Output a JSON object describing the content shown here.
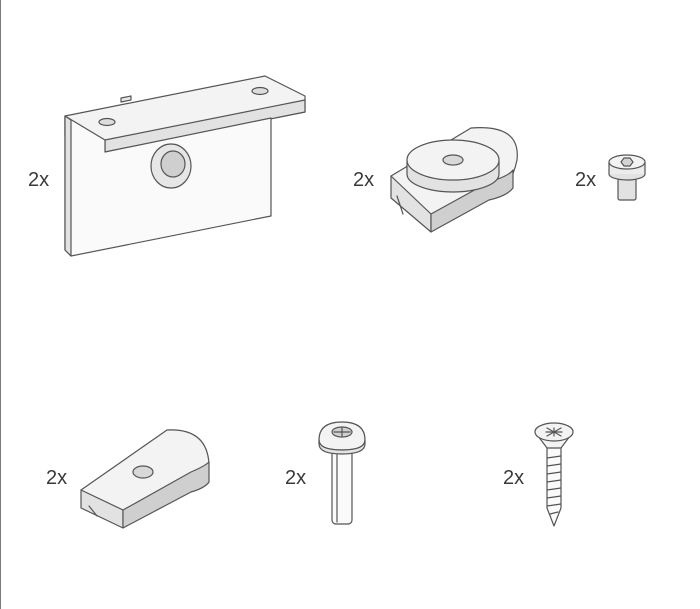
{
  "parts": [
    {
      "id": "angle-bracket",
      "quantity_label": "2x"
    },
    {
      "id": "roller-block",
      "quantity_label": "2x"
    },
    {
      "id": "hex-bolt",
      "quantity_label": "2x"
    },
    {
      "id": "spacer-block",
      "quantity_label": "2x"
    },
    {
      "id": "machine-screw",
      "quantity_label": "2x"
    },
    {
      "id": "wood-screw",
      "quantity_label": "2x"
    }
  ]
}
